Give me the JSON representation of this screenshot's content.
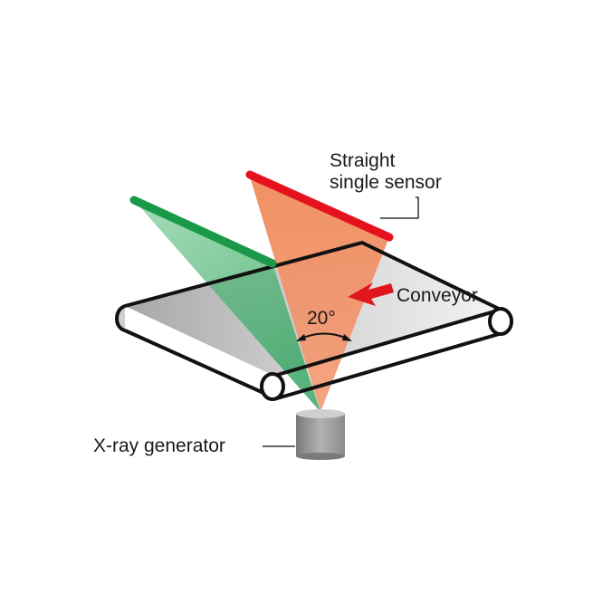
{
  "labels": {
    "sensor_line1": "Straight",
    "sensor_line2": "single sensor",
    "conveyor": "Conveyor",
    "angle": "20°",
    "generator": "X-ray generator"
  },
  "colors": {
    "sensor_bar_red": "#e5121e",
    "sensor_bar_green": "#1a9a48",
    "beam_orange": "#f0855a",
    "beam_green": "#5cbf7e",
    "arrow_red": "#e0161d",
    "belt_gray": "#b9b9b9",
    "generator_gray": "#8a8a8a",
    "outline": "#111111"
  }
}
